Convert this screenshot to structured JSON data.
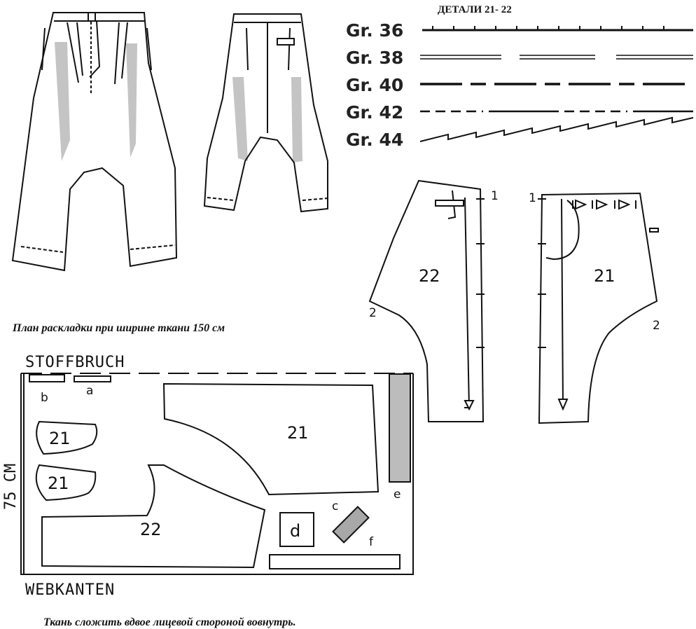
{
  "header": {
    "title": "ДЕТАЛИ 21- 22"
  },
  "size_legend": [
    {
      "label": "Gr. 36",
      "style": "dotted"
    },
    {
      "label": "Gr. 38",
      "style": "double-dash"
    },
    {
      "label": "Gr. 40",
      "style": "long-short-dash"
    },
    {
      "label": "Gr. 42",
      "style": "dash-solid"
    },
    {
      "label": "Gr. 44",
      "style": "zigzag"
    }
  ],
  "pattern_pieces": {
    "back": {
      "number": "22",
      "marker_top": "1",
      "marker_side": "2"
    },
    "front": {
      "number": "21",
      "marker_top": "1",
      "marker_side": "2"
    }
  },
  "layout": {
    "caption": "План раскладки при ширине ткани 150 см",
    "fold_label": "STOFFBRUCH",
    "selvage_label": "WEBKANTEN",
    "height_label": "75 CM",
    "pieces": [
      "21",
      "21",
      "21",
      "22"
    ],
    "small_pieces": [
      "a",
      "b",
      "c",
      "d",
      "e",
      "f"
    ]
  },
  "footer": {
    "note": "Ткань сложить вдвое лицевой стороной вовнутрь."
  },
  "colors": {
    "ink": "#111111",
    "shade": "#c4c4c4",
    "background": "#ffffff"
  }
}
